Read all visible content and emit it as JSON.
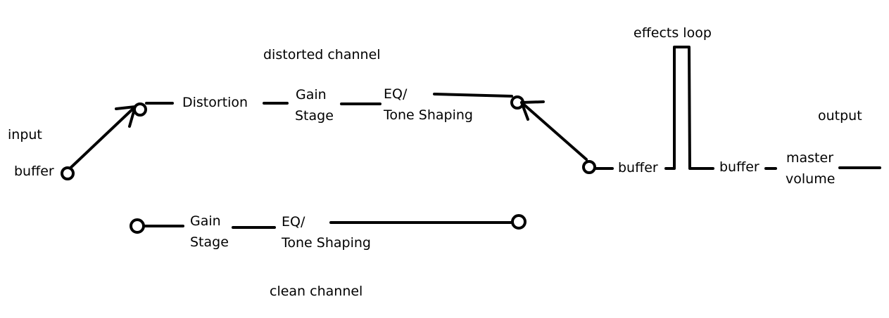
{
  "labels": {
    "input": "input",
    "buffer_in": "buffer",
    "distorted_channel": "distorted channel",
    "distortion": "Distortion",
    "gain_stage_top_1": "Gain",
    "gain_stage_top_2": "Stage",
    "eq_top_1": "EQ/",
    "eq_top_2": "Tone Shaping",
    "gain_stage_bottom_1": "Gain",
    "gain_stage_bottom_2": "Stage",
    "eq_bottom_1": "EQ/",
    "eq_bottom_2": "Tone Shaping",
    "clean_channel": "clean channel",
    "buffer_mid": "buffer",
    "effects_loop": "effects loop",
    "buffer_out": "buffer",
    "master_1": "master",
    "master_2": "volume",
    "output": "output"
  }
}
